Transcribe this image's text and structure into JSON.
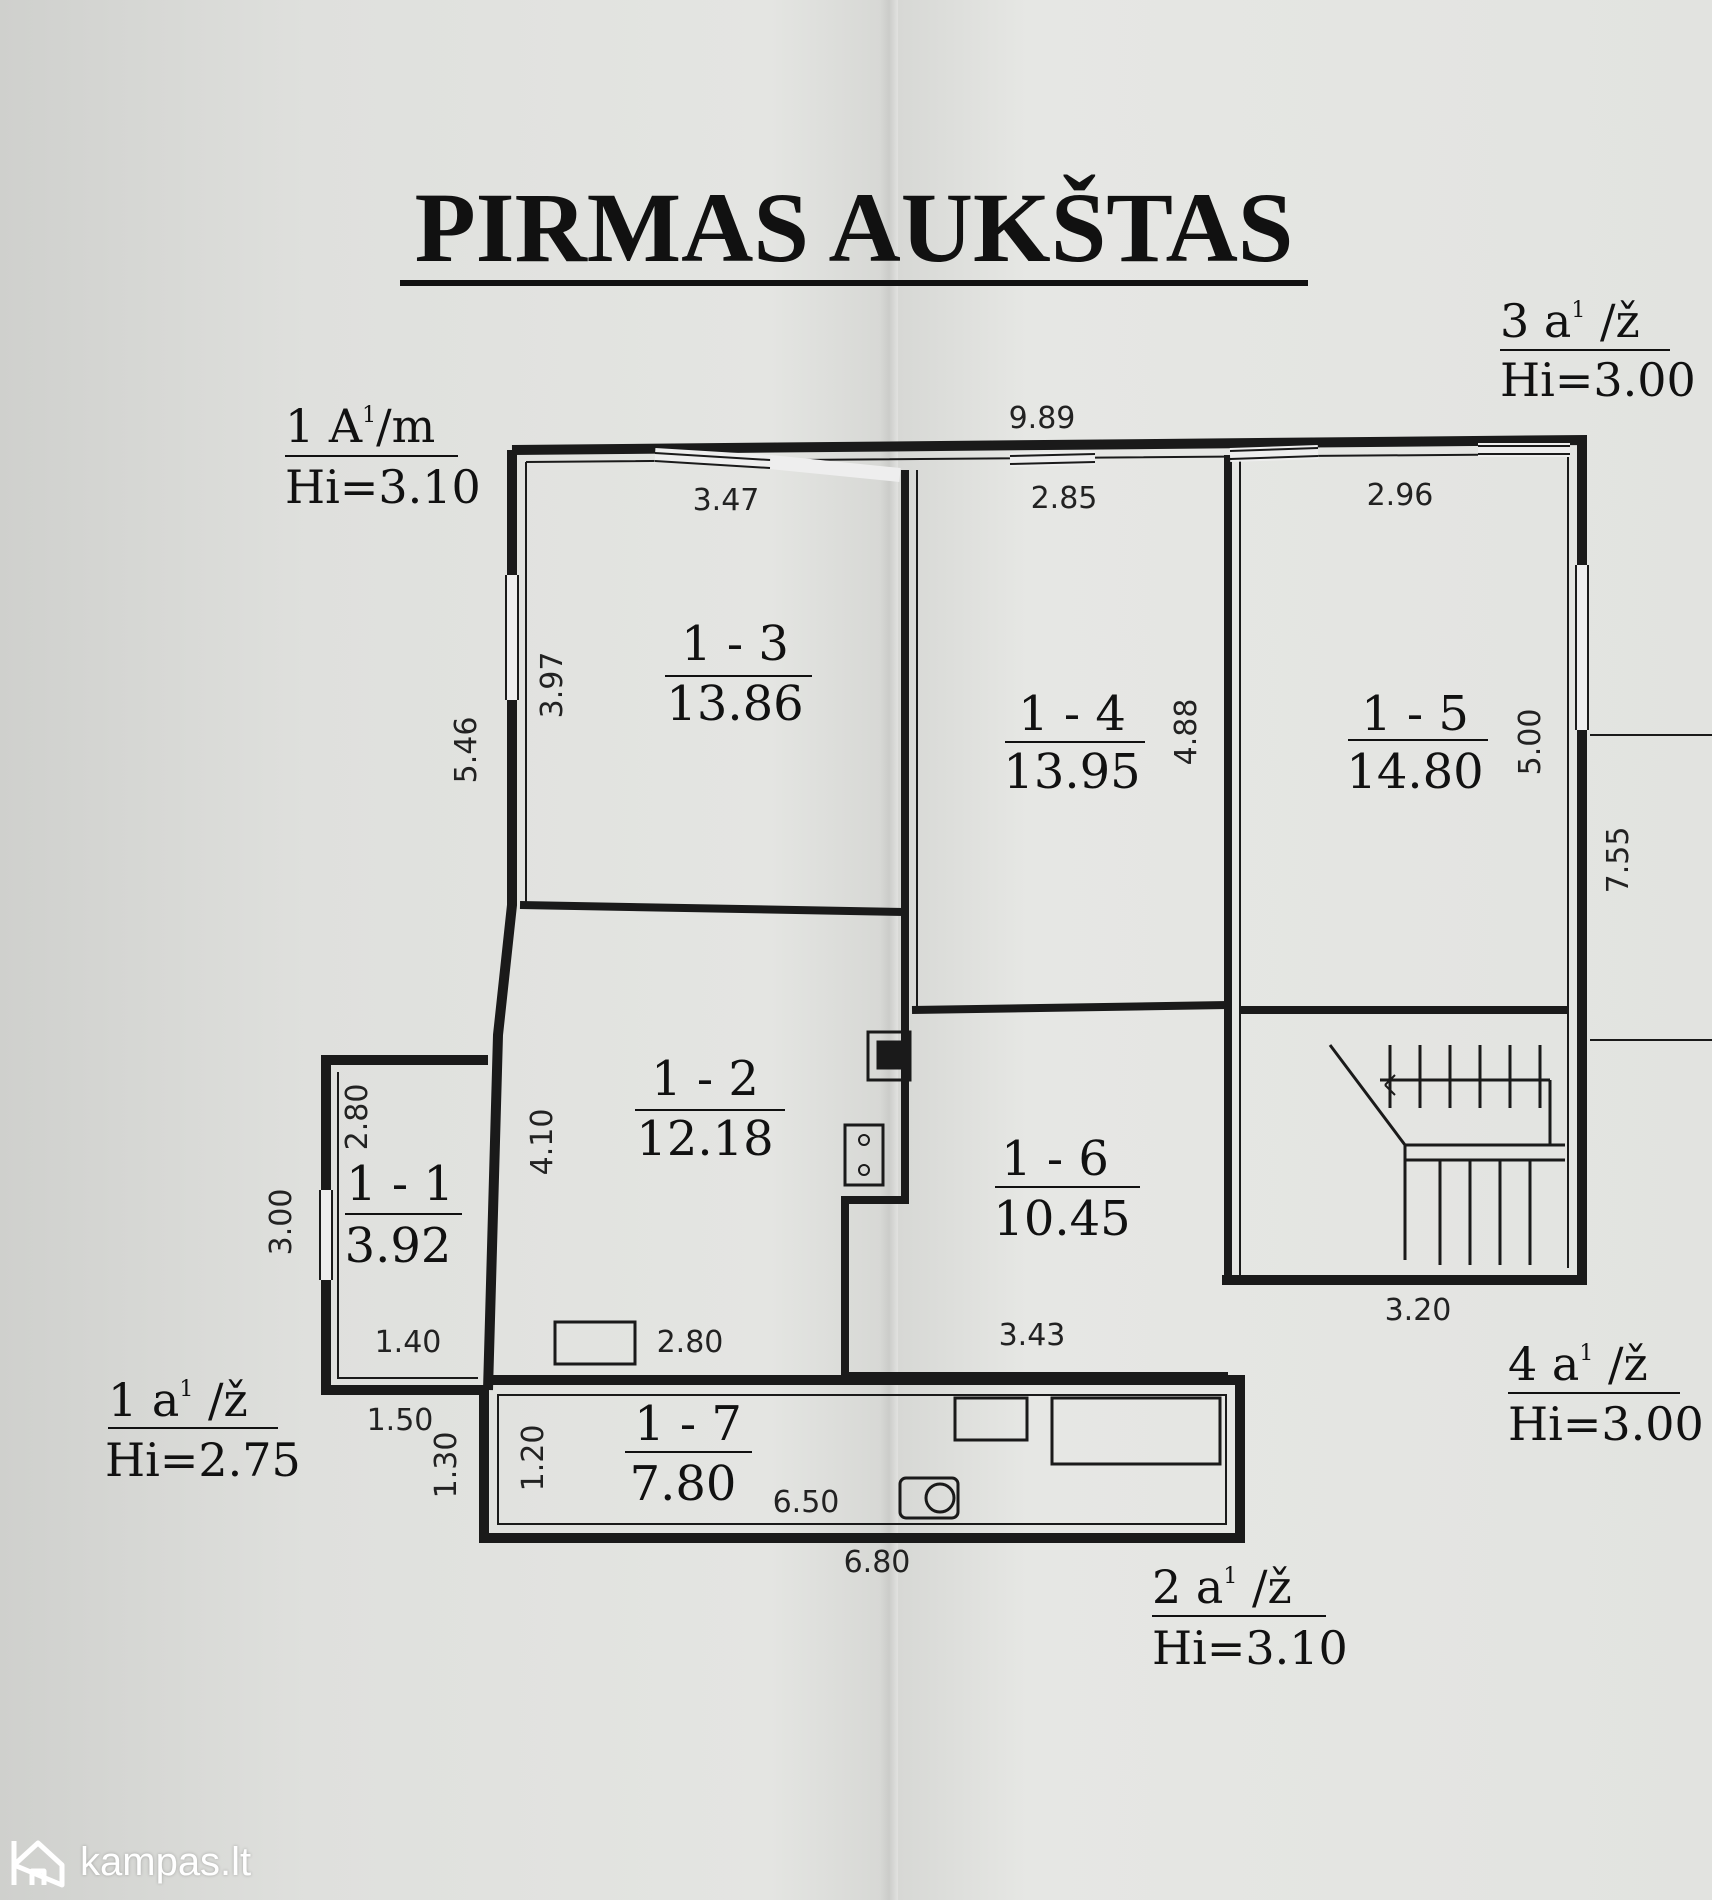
{
  "title": "PIRMAS AUKŠTAS",
  "rooms": [
    {
      "id": "1 - 3",
      "area": "13.86"
    },
    {
      "id": "1 - 4",
      "area": "13.95"
    },
    {
      "id": "1 - 5",
      "area": "14.80"
    },
    {
      "id": "1 - 2",
      "area": "12.18"
    },
    {
      "id": "1 - 6",
      "area": "10.45"
    },
    {
      "id": "1 - 1",
      "area": "3.92"
    },
    {
      "id": "1 - 7",
      "area": "7.80"
    }
  ],
  "labels": [
    {
      "name": "1 A",
      "sup": "1",
      "rest": "/m",
      "height": "Hi=3.10"
    },
    {
      "name": "3  a",
      "sup": "1",
      "rest": " /ž",
      "height": "Hi=3.00"
    },
    {
      "name": "1  a",
      "sup": "1",
      "rest": " /ž",
      "height": "Hi=2.75"
    },
    {
      "name": "4  a",
      "sup": "1",
      "rest": " /ž",
      "height": "Hi=3.00"
    },
    {
      "name": "2  a",
      "sup": "1",
      "rest": " /ž",
      "height": "Hi=3.10"
    }
  ],
  "dimensions": {
    "d_9_89": "9.89",
    "d_3_47": "3.47",
    "d_2_85": "2.85",
    "d_2_96": "2.96",
    "d_5_46": "5.46",
    "d_3_97": "3.97",
    "d_4_88": "4.88",
    "d_5_00": "5.00",
    "d_7_55": "7.55",
    "d_4_10": "4.10",
    "d_2_80v": "2.80",
    "d_3_00": "3.00",
    "d_1_40": "1.40",
    "d_2_80h": "2.80",
    "d_3_43": "3.43",
    "d_3_20": "3.20",
    "d_1_50": "1.50",
    "d_1_30": "1.30",
    "d_1_20": "1.20",
    "d_6_50": "6.50",
    "d_6_80": "6.80"
  },
  "watermark": {
    "text": "kampas.lt"
  },
  "colors": {
    "ink": "#1a1a1a",
    "paper": "#e2e3e0"
  }
}
